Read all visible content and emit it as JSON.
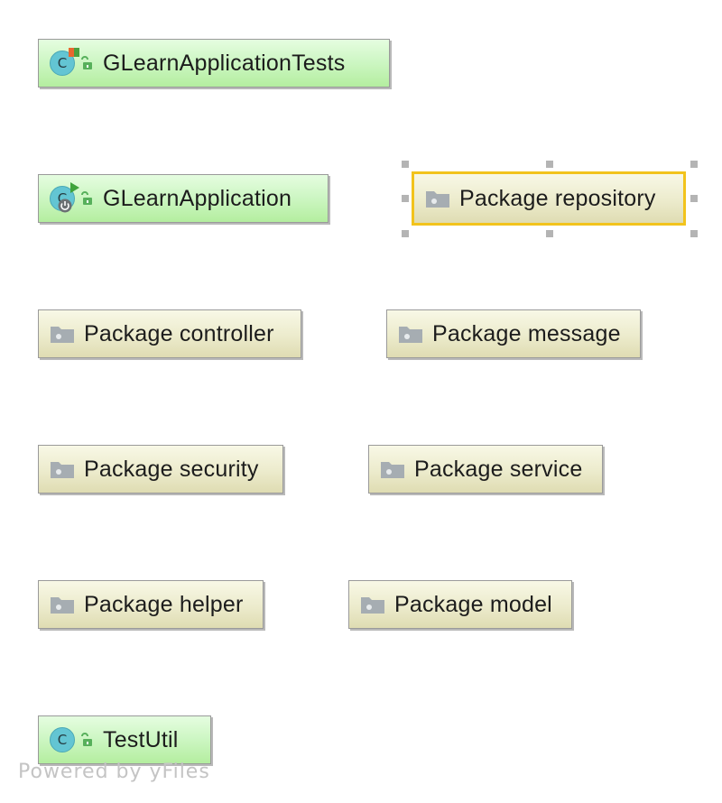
{
  "diagram": {
    "nodes": [
      {
        "id": "GLearnApplicationTests",
        "kind": "class",
        "icon": "test-class-icon",
        "label": "GLearnApplicationTests"
      },
      {
        "id": "GLearnApplication",
        "kind": "class",
        "icon": "spring-boot-class-icon",
        "label": "GLearnApplication"
      },
      {
        "id": "repository",
        "kind": "package",
        "icon": "folder-icon",
        "label": "Package repository",
        "selected": true
      },
      {
        "id": "controller",
        "kind": "package",
        "icon": "folder-icon",
        "label": "Package controller"
      },
      {
        "id": "message",
        "kind": "package",
        "icon": "folder-icon",
        "label": "Package message"
      },
      {
        "id": "security",
        "kind": "package",
        "icon": "folder-icon",
        "label": "Package security"
      },
      {
        "id": "service",
        "kind": "package",
        "icon": "folder-icon",
        "label": "Package service"
      },
      {
        "id": "helper",
        "kind": "package",
        "icon": "folder-icon",
        "label": "Package helper"
      },
      {
        "id": "model",
        "kind": "package",
        "icon": "folder-icon",
        "label": "Package model"
      },
      {
        "id": "TestUtil",
        "kind": "class",
        "icon": "class-icon",
        "label": "TestUtil"
      }
    ],
    "class_icon_letter": "C",
    "watermark": "Powered by yFiles",
    "colors": {
      "class_fill": "#ccf6c2",
      "package_fill": "#ecebcc",
      "selection_border": "#f2c31c",
      "class_icon": "#63c5d3",
      "lock_icon": "#57b05b",
      "folder_icon": "#a6adb2"
    }
  }
}
